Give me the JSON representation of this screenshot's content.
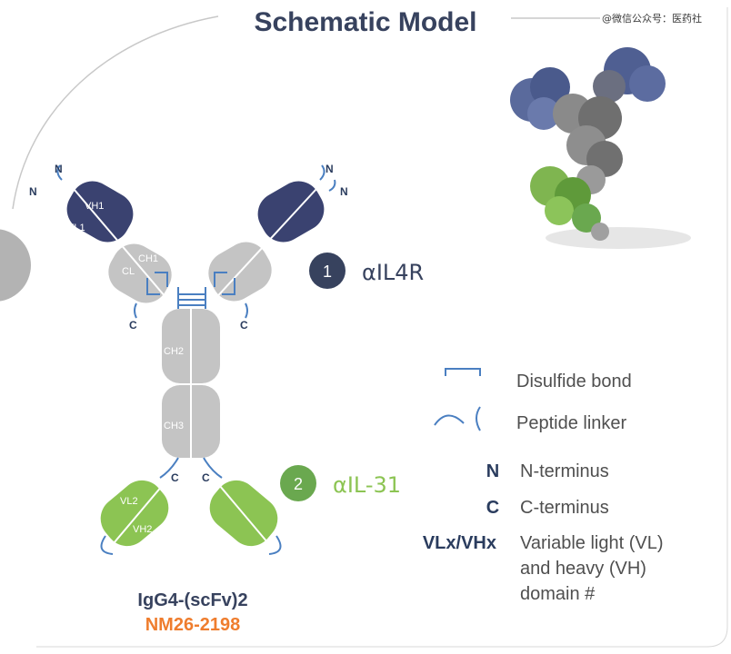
{
  "title": "Schematic Model",
  "watermark": "@微信公众号：医药社",
  "targets": [
    {
      "number": "1",
      "label": "αIL4R",
      "color": "#37425e"
    },
    {
      "number": "2",
      "label": "αIL-31",
      "color": "#6aa84f"
    }
  ],
  "domains": {
    "vh1": "VH1",
    "vl1": "VL1",
    "ch1": "CH1",
    "cl": "CL",
    "ch2": "CH2",
    "ch3": "CH3",
    "vl2": "VL2",
    "vh2": "VH2"
  },
  "terminals": {
    "n": "N",
    "c": "C"
  },
  "legend": {
    "disulfide": "Disulfide bond",
    "linker": "Peptide linker",
    "n_key": "N",
    "n_desc": "N-terminus",
    "c_key": "C",
    "c_desc": "C-terminus",
    "v_key": "VLx/VHx",
    "v_desc": [
      "Variable light (VL)",
      "and heavy (VH)",
      "domain #"
    ]
  },
  "molecule": {
    "format": "IgG4-(scFv)2",
    "name": "NM26-2198"
  },
  "colors": {
    "navy": "#37425e",
    "dark_domain": "#3a4270",
    "grey_domain": "#c4c4c4",
    "green_domain": "#8cc453",
    "linker_blue": "#4a7fc1",
    "orange": "#ef7d2e",
    "text_grey": "#4f4f4f"
  }
}
